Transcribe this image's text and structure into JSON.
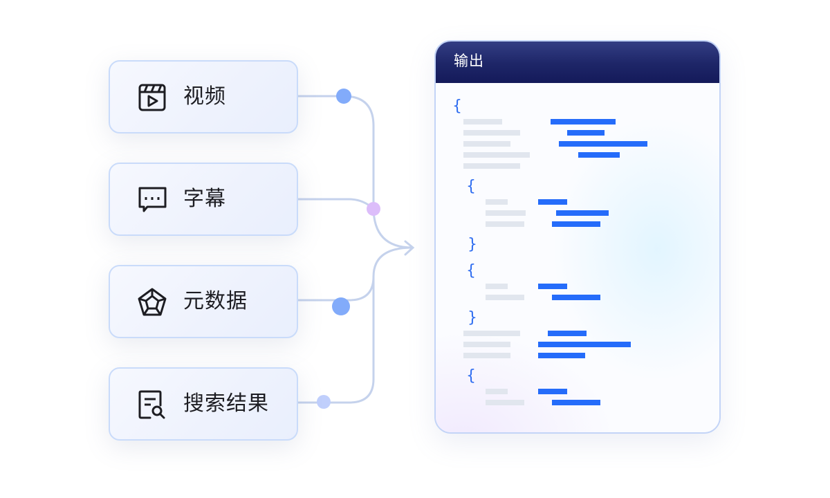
{
  "diagram": {
    "type": "data-flow",
    "description": "Four input sources merging into a JSON-like output panel"
  },
  "inputs": [
    {
      "label": "视频",
      "icon": "video-clapper-icon"
    },
    {
      "label": "字幕",
      "icon": "subtitle-chat-icon"
    },
    {
      "label": "元数据",
      "icon": "pentagon-metadata-icon"
    },
    {
      "label": "搜索结果",
      "icon": "search-document-icon"
    }
  ],
  "connectors": {
    "line_color": "#c5d2ec",
    "node_colors": [
      "#82abfa",
      "#dcbdfa",
      "#82abfa",
      "#c0cffc"
    ],
    "arrow_target": "output-panel"
  },
  "output": {
    "title": "输出",
    "header_color": "#1e2668",
    "key_bar_color": "#e1e6ee",
    "value_bar_color": "#256cfa",
    "brace_color": "#2d6cf0",
    "braces": {
      "open": "{",
      "close": "}"
    }
  }
}
